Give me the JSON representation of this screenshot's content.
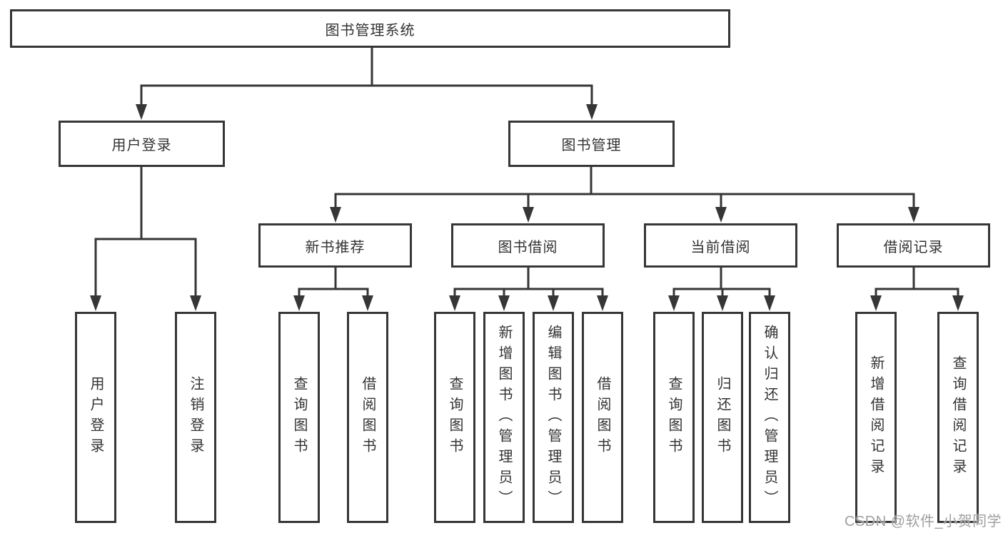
{
  "tree": {
    "label": "图书管理系统",
    "children": [
      {
        "label": "用户登录",
        "children": [
          {
            "label": "用户登录"
          },
          {
            "label": "注销登录"
          }
        ]
      },
      {
        "label": "图书管理",
        "children": [
          {
            "label": "新书推荐",
            "children": [
              {
                "label": "查询图书"
              },
              {
                "label": "借阅图书"
              }
            ]
          },
          {
            "label": "图书借阅",
            "children": [
              {
                "label": "查询图书"
              },
              {
                "label": "新增图书（管理员）"
              },
              {
                "label": "编辑图书（管理员）"
              },
              {
                "label": "借阅图书"
              }
            ]
          },
          {
            "label": "当前借阅",
            "children": [
              {
                "label": "查询图书"
              },
              {
                "label": "归还图书"
              },
              {
                "label": "确认归还（管理员）"
              }
            ]
          },
          {
            "label": "借阅记录",
            "children": [
              {
                "label": "新增借阅记录"
              },
              {
                "label": "查询借阅记录"
              }
            ]
          }
        ]
      }
    ]
  },
  "watermark": {
    "text": "CSDN @软件_小贺同学"
  },
  "colors": {
    "line": "#363636",
    "box_border": "#363636",
    "text": "#333333",
    "background": "#ffffff",
    "watermark": "#9f9f9f"
  }
}
